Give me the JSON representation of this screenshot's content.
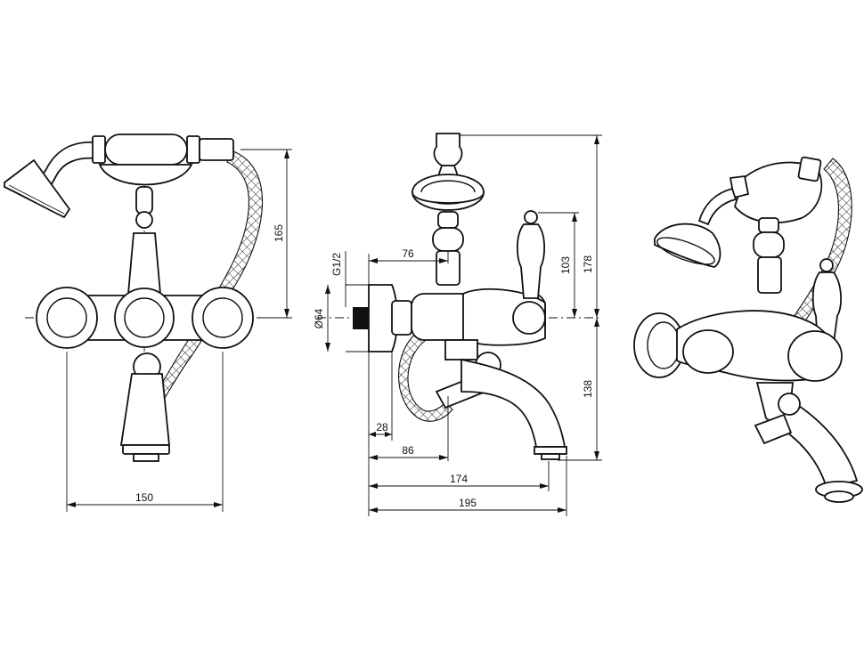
{
  "front_view": {
    "dimensions": {
      "width": "150",
      "height_hose": "165"
    }
  },
  "side_view": {
    "dimensions": {
      "thread": "G1/2",
      "diameter": "Ø64",
      "handle_offset": "76",
      "handle_height": "103",
      "total_height": "178",
      "spout_height": "138",
      "wall_plate": "28",
      "spout_base": "86",
      "spout_reach": "174",
      "total_depth": "195"
    }
  },
  "perspective_view": {}
}
